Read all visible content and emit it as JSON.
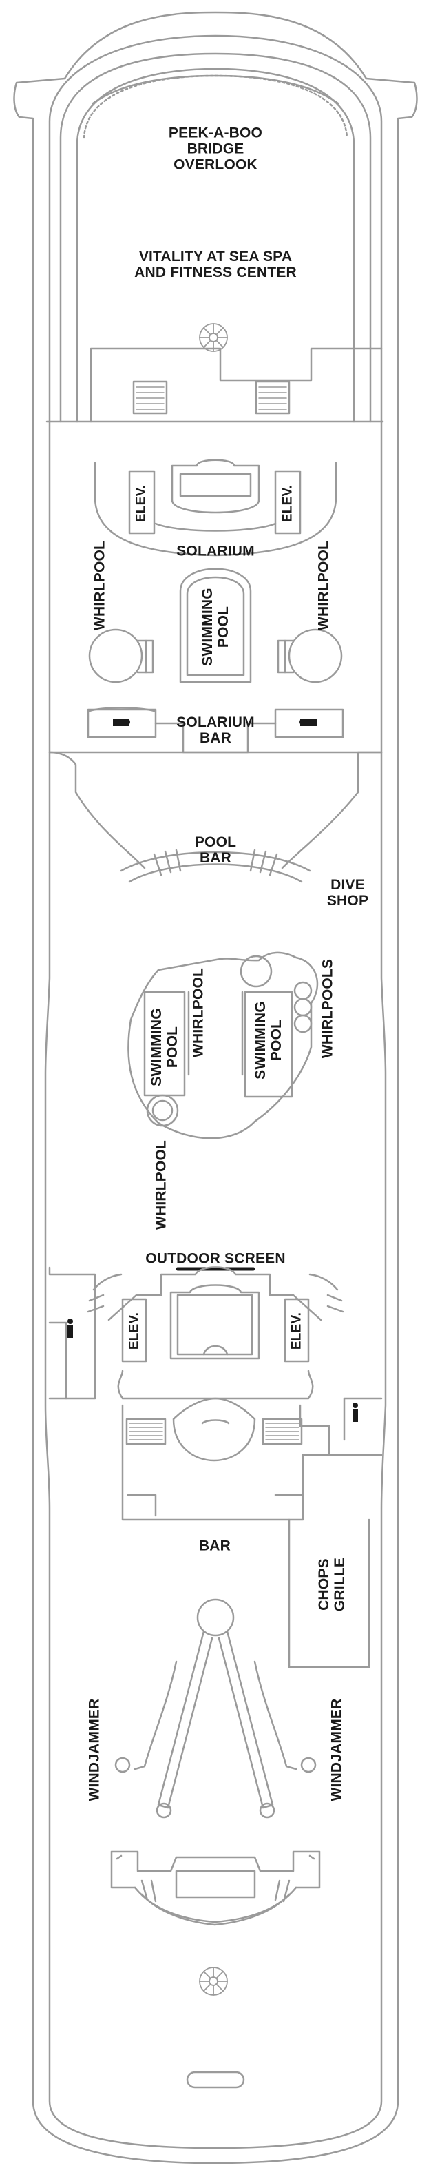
{
  "deck_plan": {
    "labels": {
      "peek_a_boo": "PEEK-A-BOO\nBRIDGE\nOVERLOOK",
      "spa": "VITALITY AT SEA SPA\nAND FITNESS CENTER",
      "elev_fwd_left": "ELEV.",
      "elev_fwd_right": "ELEV.",
      "solarium": "SOLARIUM",
      "whirlpool_left": "WHIRLPOOL",
      "whirlpool_right": "WHIRLPOOL",
      "swimming_pool_fwd": "SWIMMING\nPOOL",
      "solarium_bar": "SOLARIUM\nBAR",
      "pool_bar": "POOL\nBAR",
      "dive_shop": "DIVE\nSHOP",
      "swimming_pool_mid_left": "SWIMMING\nPOOL",
      "whirlpool_mid_top": "WHIRLPOOL",
      "swimming_pool_mid_right": "SWIMMING\nPOOL",
      "whirlpools_mid": "WHIRLPOOLS",
      "whirlpool_mid_bottom": "WHIRLPOOL",
      "outdoor_screen": "OUTDOOR SCREEN",
      "elev_aft_left": "ELEV.",
      "elev_aft_right": "ELEV.",
      "bar": "BAR",
      "chops_grille": "CHOPS GRILLE",
      "windjammer_left": "WINDJAMMER",
      "windjammer_right": "WINDJAMMER"
    },
    "icons": {
      "restroom": "restroom-icon",
      "stairs": "stairs-icon",
      "dome": "dome-icon"
    }
  }
}
